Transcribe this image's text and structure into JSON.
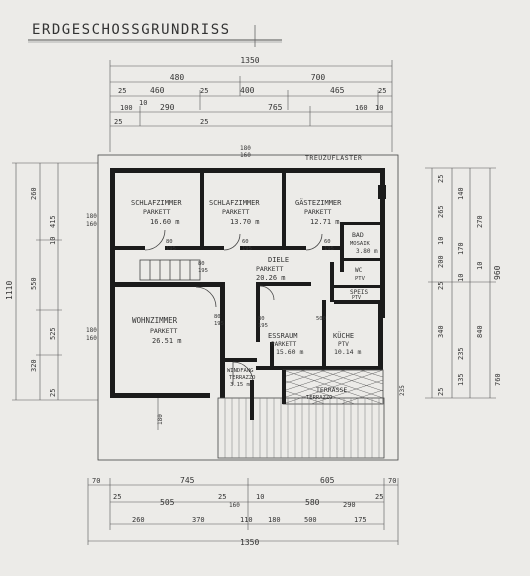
{
  "title": "ERDGESCHOSSGRUNDRISS",
  "edge_label": "TREUZUFLASTER",
  "rooms": [
    {
      "id": "schlafzimmer-1",
      "name": "SCHLAFZIMMER",
      "finish": "PARKETT",
      "area": "16.60 m"
    },
    {
      "id": "schlafzimmer-2",
      "name": "SCHLAFZIMMER",
      "finish": "PARKETT",
      "area": "13.70 m"
    },
    {
      "id": "gaestezimmer",
      "name": "GÄSTEZIMMER",
      "finish": "PARKETT",
      "area": "12.71 m"
    },
    {
      "id": "bad",
      "name": "BAD",
      "finish": "MOSAIK",
      "area": "3.80 m"
    },
    {
      "id": "diele",
      "name": "DIELE",
      "finish": "PARKETT",
      "area": "20.26 m"
    },
    {
      "id": "wc",
      "name": "WC",
      "finish": "PTV",
      "area": ""
    },
    {
      "id": "speis",
      "name": "SPEIS",
      "finish": "PTV",
      "area": ""
    },
    {
      "id": "wohnzimmer",
      "name": "WOHNZIMMER",
      "finish": "PARKETT",
      "area": "26.51 m"
    },
    {
      "id": "essraum",
      "name": "ESSRAUM",
      "finish": "PARKETT",
      "area": "15.60 m"
    },
    {
      "id": "kueche",
      "name": "KÜCHE",
      "finish": "PTV",
      "area": "10.14 m"
    },
    {
      "id": "windfang",
      "name": "WINDFANG",
      "finish": "TERRAZZO",
      "area": "3.15 m"
    },
    {
      "id": "terrasse",
      "name": "TERRASSE",
      "finish": "TERRAZZO",
      "area": ""
    }
  ],
  "dimensions": {
    "top_overall": "1350",
    "top_row1": [
      "480",
      "700"
    ],
    "top_row2": [
      "25",
      "460",
      "25",
      "400",
      "465",
      "25"
    ],
    "top_row3": [
      "100",
      "10",
      "290",
      "765",
      "160",
      "10"
    ],
    "top_row4": [
      "25",
      "25"
    ],
    "bottom_row1": [
      "70",
      "745",
      "605",
      "70"
    ],
    "bottom_row2": [
      "25",
      "505",
      "25",
      "10",
      "580",
      "25"
    ],
    "bottom_row3": [
      "260",
      "370",
      "160",
      "110",
      "180",
      "500",
      "290",
      "175"
    ],
    "bottom_overall": "1350",
    "left_overall": "1110",
    "left_row": [
      "260",
      "415",
      "10",
      "550",
      "525",
      "320",
      "25"
    ],
    "right_overall": "960",
    "right_row1": [
      "25",
      "265",
      "10",
      "200",
      "10",
      "25",
      "340",
      "235",
      "135",
      "25"
    ],
    "right_row2": [
      "140",
      "270",
      "170",
      "10",
      "840",
      "760"
    ],
    "doors": [
      "180",
      "160",
      "80",
      "195",
      "80",
      "195",
      "60",
      "195",
      "60",
      "195",
      "80",
      "195",
      "180",
      "160",
      "80",
      "195",
      "500",
      "180",
      "235"
    ]
  }
}
